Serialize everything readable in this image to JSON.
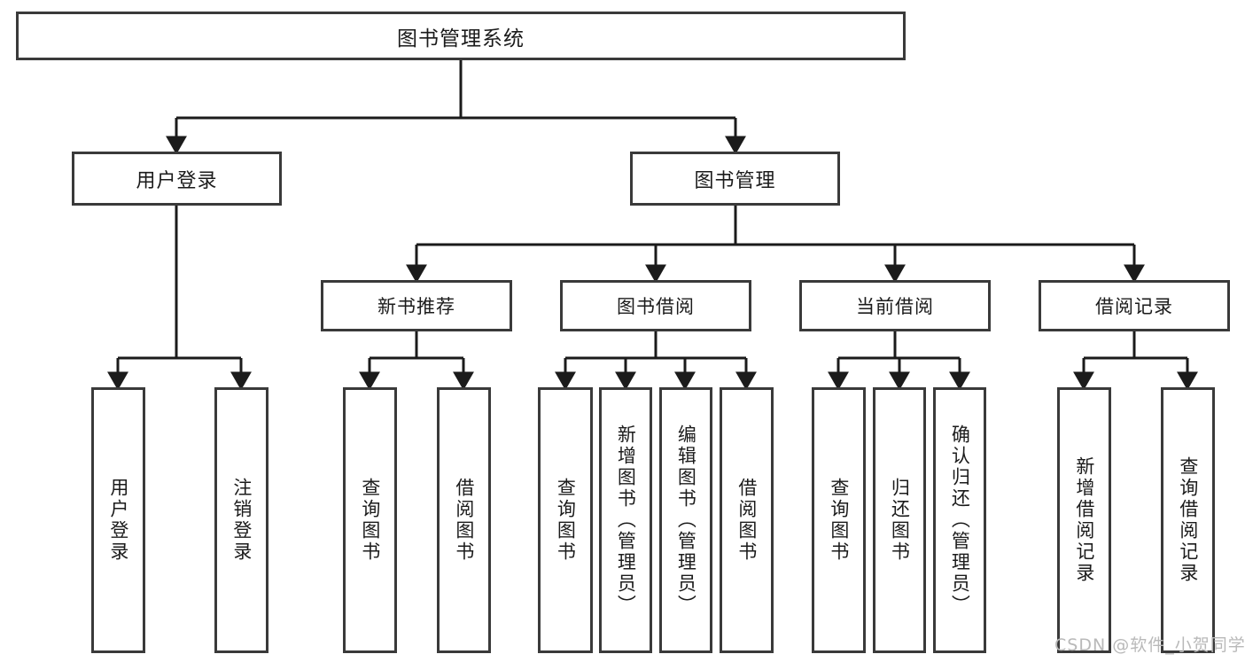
{
  "diagram": {
    "type": "tree-hierarchy",
    "title": "图书管理系统",
    "orientation": "top-down",
    "colors": {
      "box_border": "#3a3a3a",
      "box_fill": "#ffffff",
      "edge": "#1b1b1b",
      "text": "#1b1b1b",
      "watermark": "#b9b9b9",
      "background": "#ffffff"
    }
  },
  "nodes": {
    "root": {
      "label": "图书管理系统"
    },
    "level2": [
      {
        "id": "user-login",
        "label": "用户登录"
      },
      {
        "id": "book-management",
        "label": "图书管理"
      }
    ],
    "level3": [
      {
        "id": "new-book-recommend",
        "label": "新书推荐"
      },
      {
        "id": "book-borrow",
        "label": "图书借阅"
      },
      {
        "id": "current-borrow",
        "label": "当前借阅"
      },
      {
        "id": "borrow-record",
        "label": "借阅记录"
      }
    ],
    "leaves": [
      {
        "id": "leaf-user-login",
        "label": "用户登录",
        "parent": "user-login"
      },
      {
        "id": "leaf-logout-login",
        "label": "注销登录",
        "parent": "user-login"
      },
      {
        "id": "leaf-query-book-1",
        "label": "查询图书",
        "parent": "new-book-recommend"
      },
      {
        "id": "leaf-borrow-book-1",
        "label": "借阅图书",
        "parent": "new-book-recommend"
      },
      {
        "id": "leaf-query-book-2",
        "label": "查询图书",
        "parent": "book-borrow"
      },
      {
        "id": "leaf-add-book",
        "label": "新增图书（管理员）",
        "parent": "book-borrow"
      },
      {
        "id": "leaf-edit-book",
        "label": "编辑图书（管理员）",
        "parent": "book-borrow"
      },
      {
        "id": "leaf-borrow-book-2",
        "label": "借阅图书",
        "parent": "book-borrow"
      },
      {
        "id": "leaf-query-book-3",
        "label": "查询图书",
        "parent": "current-borrow"
      },
      {
        "id": "leaf-return-book",
        "label": "归还图书",
        "parent": "current-borrow"
      },
      {
        "id": "leaf-confirm-return",
        "label": "确认归还（管理员）",
        "parent": "current-borrow"
      },
      {
        "id": "leaf-add-record",
        "label": "新增借阅记录",
        "parent": "borrow-record"
      },
      {
        "id": "leaf-query-record",
        "label": "查询借阅记录",
        "parent": "borrow-record"
      }
    ]
  },
  "watermark": {
    "text": "CSDN @软件_小贺同学"
  }
}
